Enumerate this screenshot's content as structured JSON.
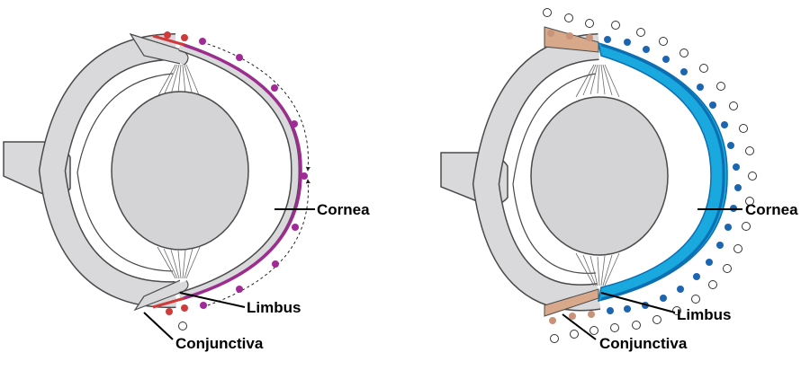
{
  "labels": {
    "cornea": "Cornea",
    "limbus": "Limbus",
    "conjunctiva": "Conjunctiva"
  },
  "colors": {
    "eye_fill": "#d9d9dc",
    "eye_stroke": "#4a4a4a",
    "lens_fill": "#d4d4d7",
    "left_cornea_epithelium": "#9b2d8f",
    "left_limbal_cells": "#d13a3a",
    "left_migrating_cells": "#a22a97",
    "right_cornea_fill": "#19a9df",
    "right_cornea_edge": "#0c6fb2",
    "right_cornea_cells": "#1c66b1",
    "conjunctiva_tissue": "#d7a98a",
    "conjunctival_cells": "#c9927a"
  }
}
